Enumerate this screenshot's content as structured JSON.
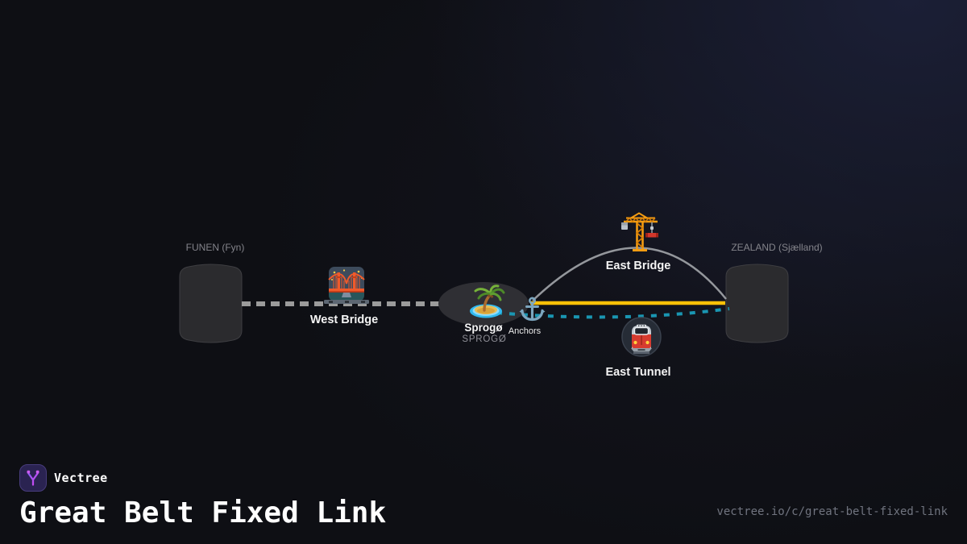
{
  "diagram": {
    "regions": {
      "funen": {
        "label": "FUNEN (Fyn)"
      },
      "zealand": {
        "label": "ZEALAND (Sjælland)"
      }
    },
    "nodes": {
      "west_bridge": {
        "label": "West Bridge",
        "icon": "bridge-at-night-icon"
      },
      "sprogo": {
        "label": "Sprogø",
        "sublabel": "SPROGØ",
        "icon": "desert-island-icon"
      },
      "anchors": {
        "label": "Anchors",
        "icon": "anchor-icon"
      },
      "east_bridge": {
        "label": "East Bridge",
        "icon": "construction-crane-icon"
      },
      "east_tunnel": {
        "label": "East Tunnel",
        "icon": "metro-train-icon"
      }
    },
    "links": {
      "west_bridge_line": {
        "style": "dashed",
        "color": "#9b9b9b"
      },
      "east_bridge_road": {
        "style": "solid",
        "color": "#fdc107"
      },
      "east_bridge_arc": {
        "style": "solid",
        "color": "#94979c"
      },
      "east_tunnel_line": {
        "style": "dashed",
        "color": "#1a96b2"
      }
    },
    "colors": {
      "background": "#0e0f14",
      "glow": "#1b1f36",
      "region_fill": "#2b2b2e",
      "region_stroke": "#3e3e42",
      "island_fill": "#2f2f34",
      "label_white": "#f4f4f4",
      "label_muted": "#84848b"
    }
  },
  "footer": {
    "brand": "Vectree",
    "title": "Great Belt Fixed Link",
    "url": "vectree.io/c/great-belt-fixed-link"
  }
}
